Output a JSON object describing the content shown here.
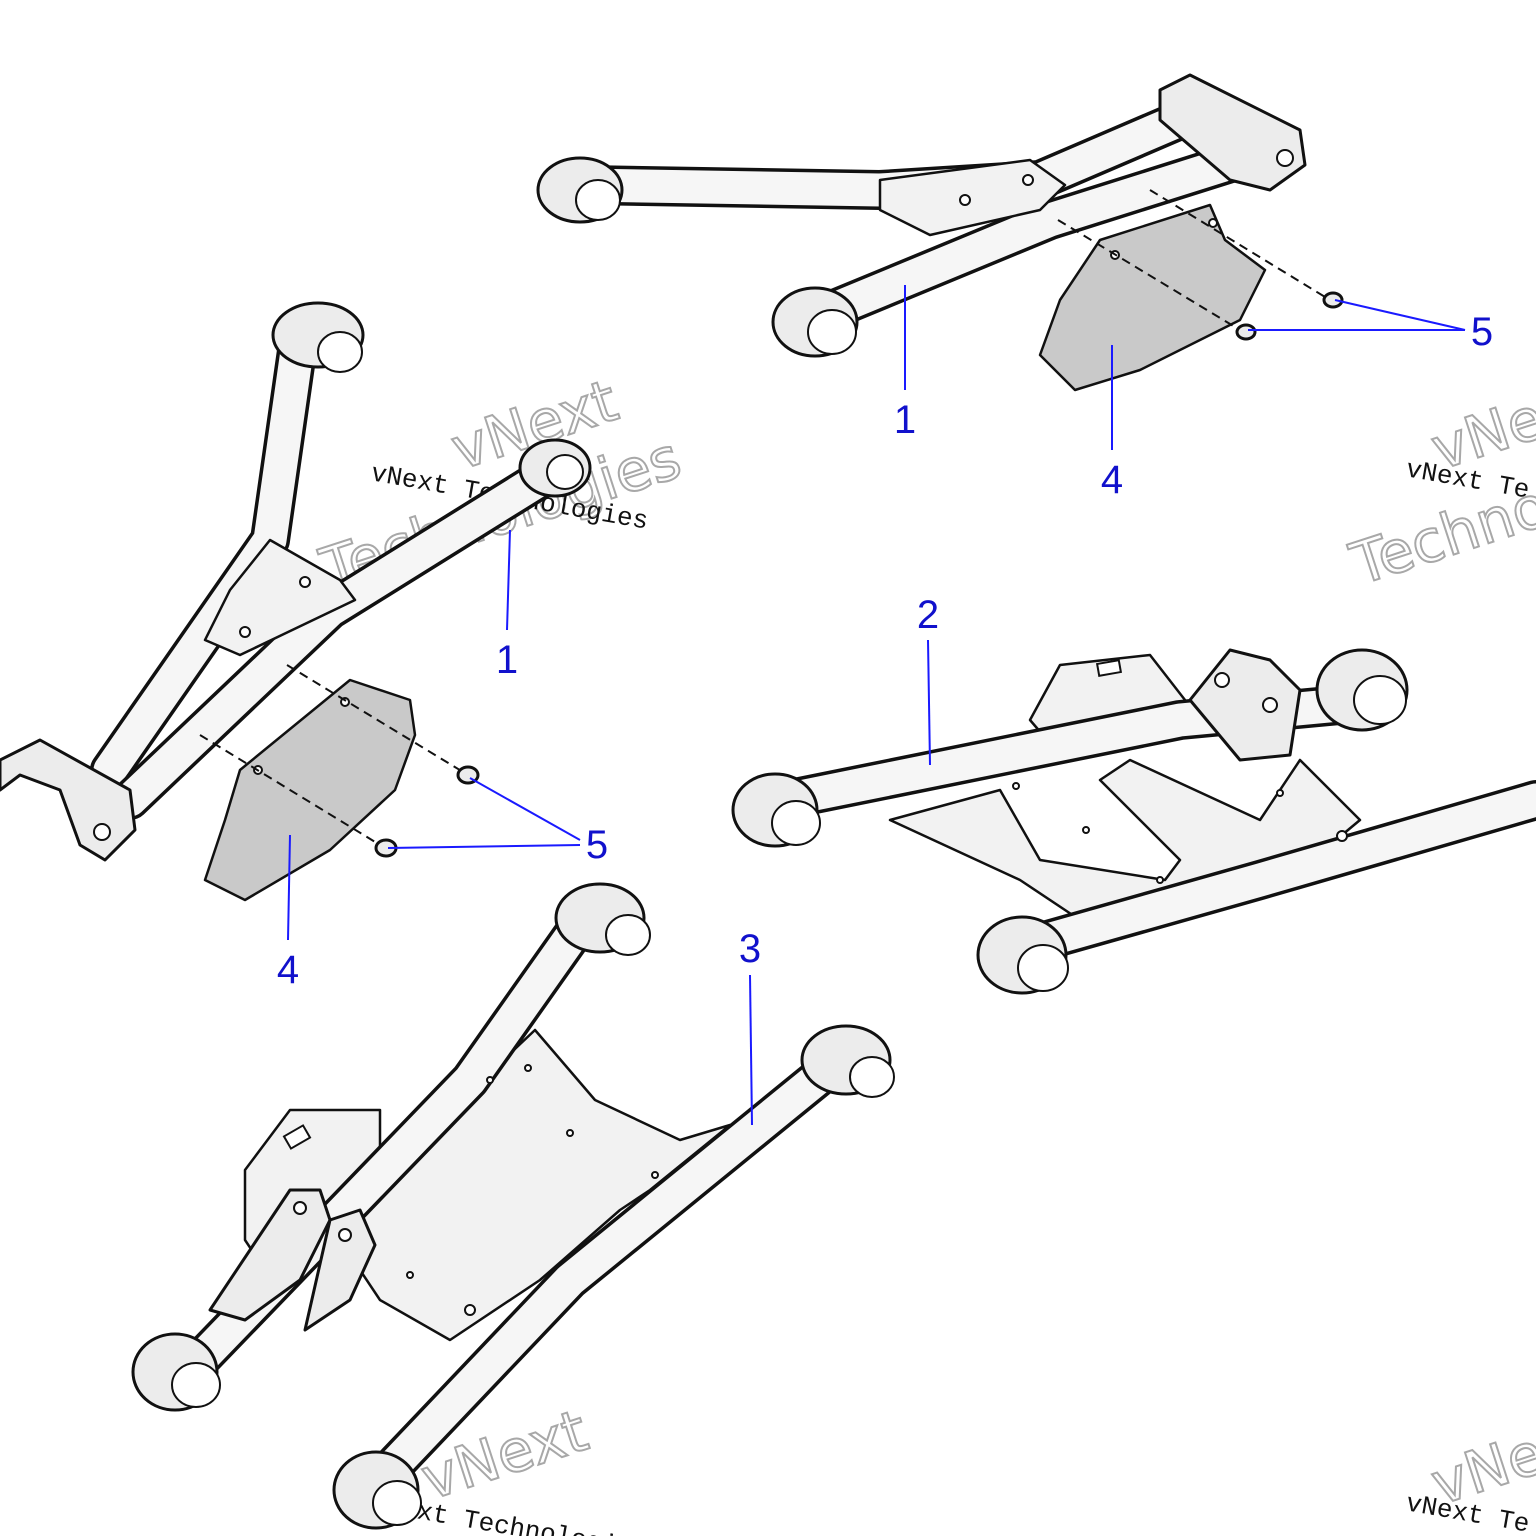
{
  "callouts": {
    "c1_top": "1",
    "c4_top": "4",
    "c5_top": "5",
    "c1_left": "1",
    "c4_left": "4",
    "c5_left": "5",
    "c2": "2",
    "c3": "3"
  },
  "watermark": {
    "brand_line": "vNext Technologies",
    "big_line1": "vNext",
    "big_line2": "Technologies",
    "partial_line": "vNext Te",
    "partial_big1": "vNe",
    "partial_big2": "Techno"
  },
  "colors": {
    "callout": "#1111cc",
    "leader": "#1a1aff",
    "guard_fill": "#c9c9c9",
    "part_fill": "#ececec"
  }
}
